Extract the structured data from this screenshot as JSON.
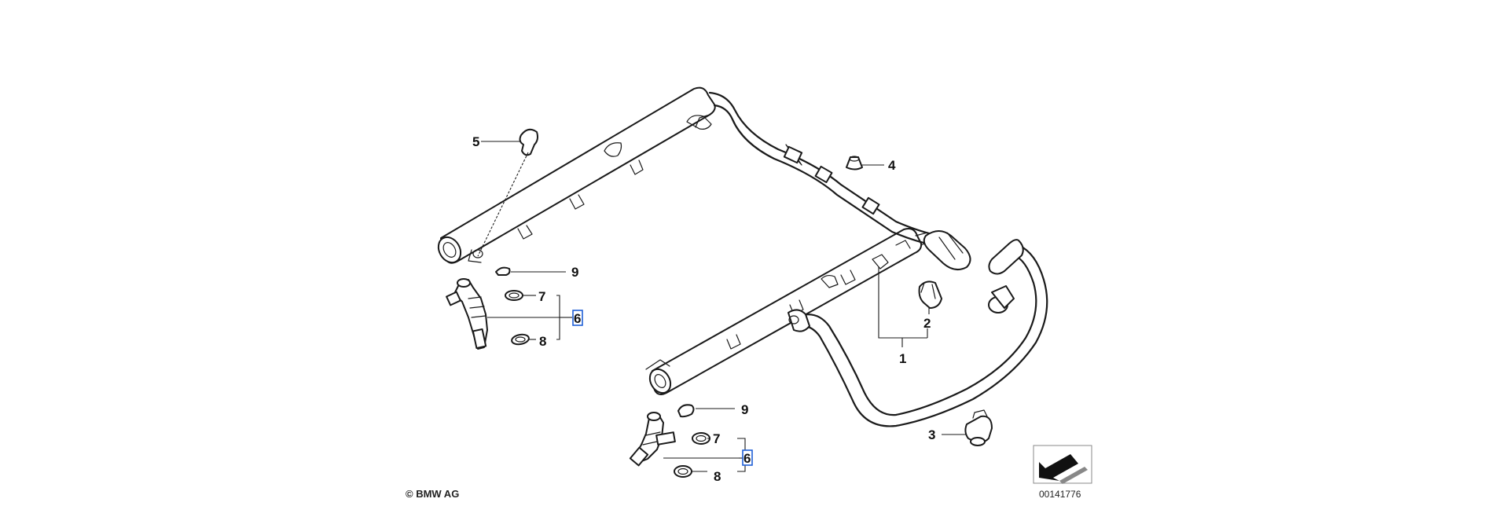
{
  "diagram": {
    "labels": {
      "p1": "1",
      "p2": "2",
      "p3": "3",
      "p4": "4",
      "p5": "5",
      "p6_upper": "6",
      "p6_lower": "6",
      "p7_upper": "7",
      "p7_lower": "7",
      "p8_upper": "8",
      "p8_lower": "8",
      "p9_upper": "9",
      "p9_lower": "9"
    },
    "copyright": "© BMW AG",
    "image_id": "00141776",
    "colors": {
      "line": "#1a1a1a",
      "highlight_box": "#1f5fd6",
      "background": "#ffffff"
    }
  }
}
